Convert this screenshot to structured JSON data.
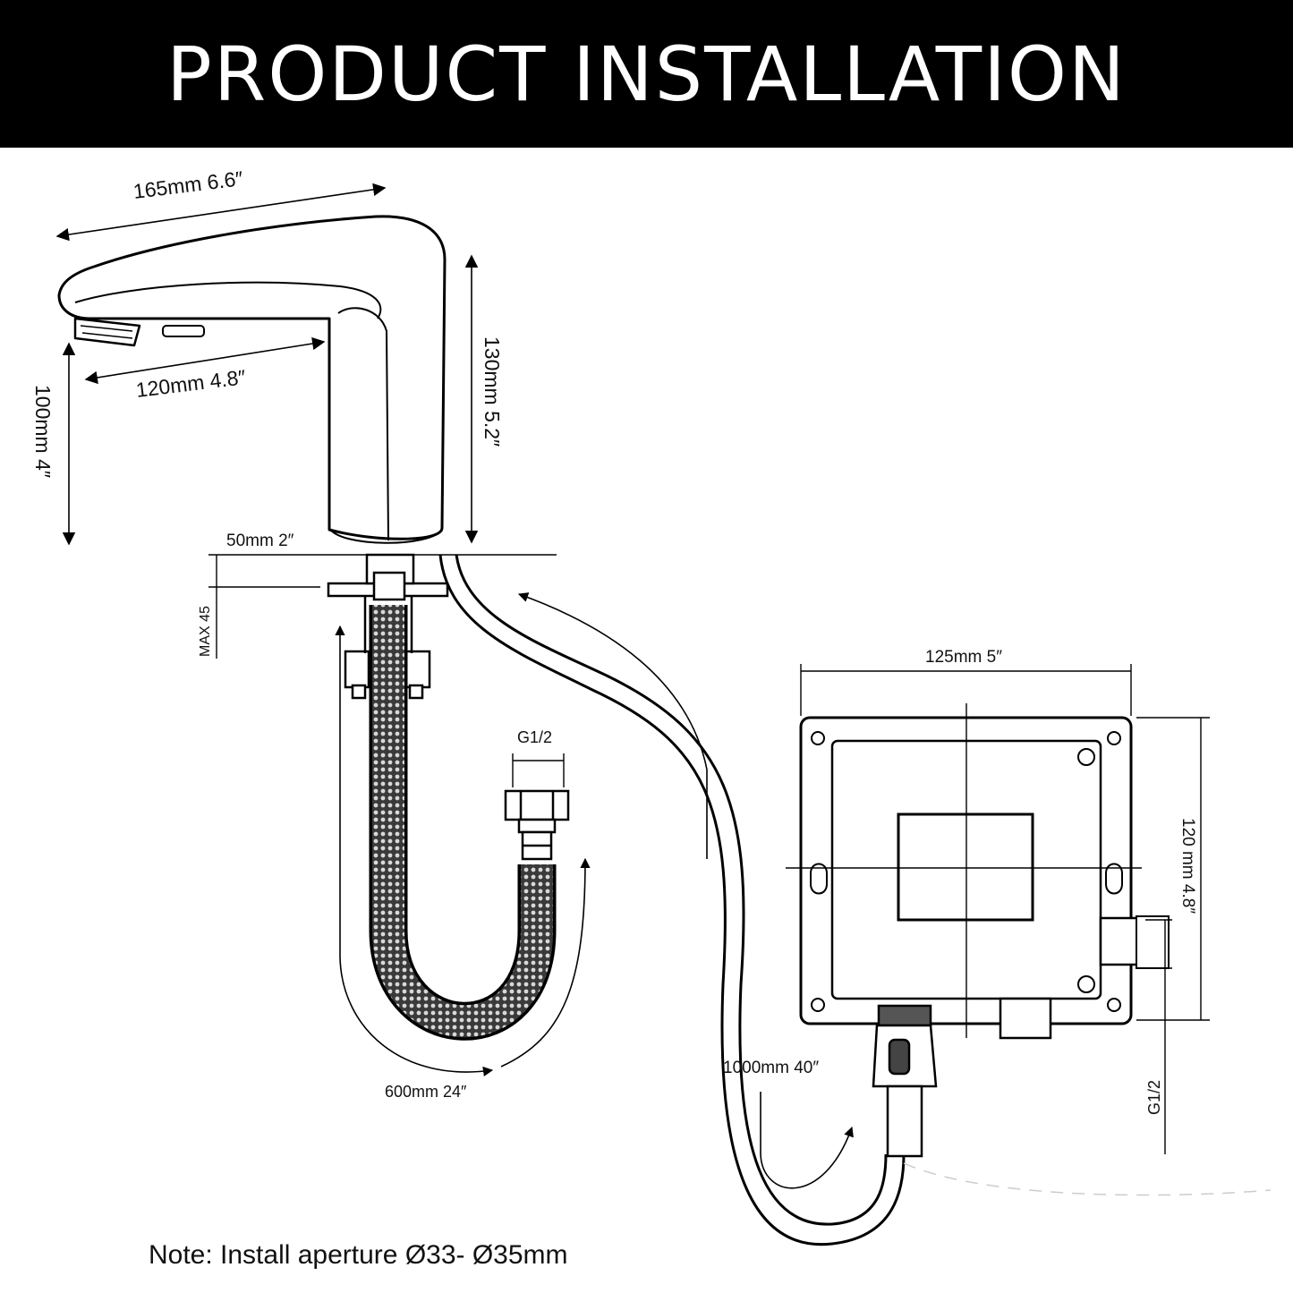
{
  "header": {
    "title": "PRODUCT INSTALLATION"
  },
  "dimensions": {
    "faucet_length": "165mm 6.6″",
    "spout_reach": "120mm 4.8″",
    "spout_height": "100mm 4″",
    "faucet_height": "130mm 5.2″",
    "base_diameter": "50mm 2″",
    "max_deck": "MAX 45",
    "hose_thread": "G1/2",
    "hose_length": "600mm 24″",
    "cable_length": "1000mm 40″",
    "box_width": "125mm 5″",
    "box_height": "120 mm 4.8″",
    "box_thread": "G1/2"
  },
  "note": "Note: Install aperture Ø33- Ø35mm"
}
